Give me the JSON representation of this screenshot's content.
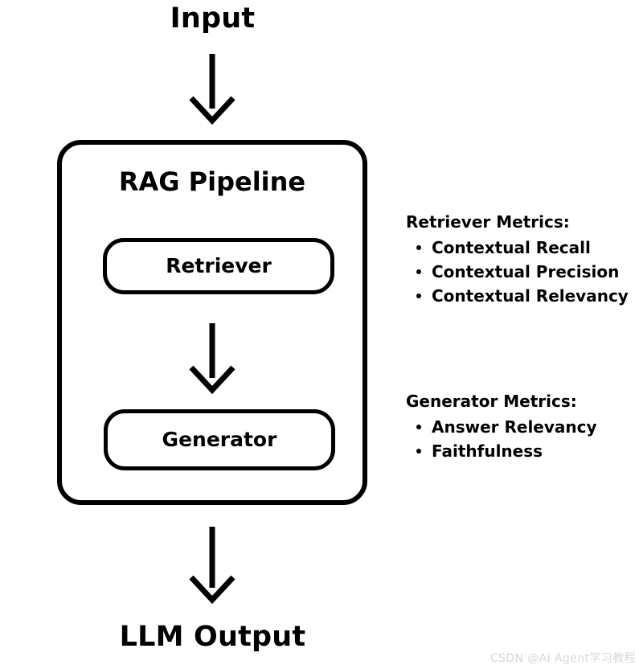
{
  "diagram": {
    "input_label": "Input",
    "output_label": "LLM Output",
    "pipeline": {
      "title": "RAG Pipeline",
      "stages": [
        {
          "id": "retriever",
          "label": "Retriever"
        },
        {
          "id": "generator",
          "label": "Generator"
        }
      ]
    },
    "arrows": [
      {
        "id": "input-to-pipeline",
        "from": "Input",
        "to": "RAG Pipeline",
        "direction": "down"
      },
      {
        "id": "retriever-to-generator",
        "from": "Retriever",
        "to": "Generator",
        "direction": "down"
      },
      {
        "id": "pipeline-to-output",
        "from": "RAG Pipeline",
        "to": "LLM Output",
        "direction": "down"
      }
    ],
    "metrics": [
      {
        "id": "retriever-metrics",
        "heading": "Retriever Metrics:",
        "items": [
          "Contextual Recall",
          "Contextual Precision",
          "Contextual Relevancy"
        ]
      },
      {
        "id": "generator-metrics",
        "heading": "Generator Metrics:",
        "items": [
          "Answer Relevancy",
          "Faithfulness"
        ]
      }
    ]
  },
  "watermark": {
    "text": "CSDN @AI Agent学习教程"
  },
  "colors": {
    "background": "#ffffff",
    "stroke": "#000000",
    "text": "#000000",
    "watermark": "#d8d8d8"
  }
}
